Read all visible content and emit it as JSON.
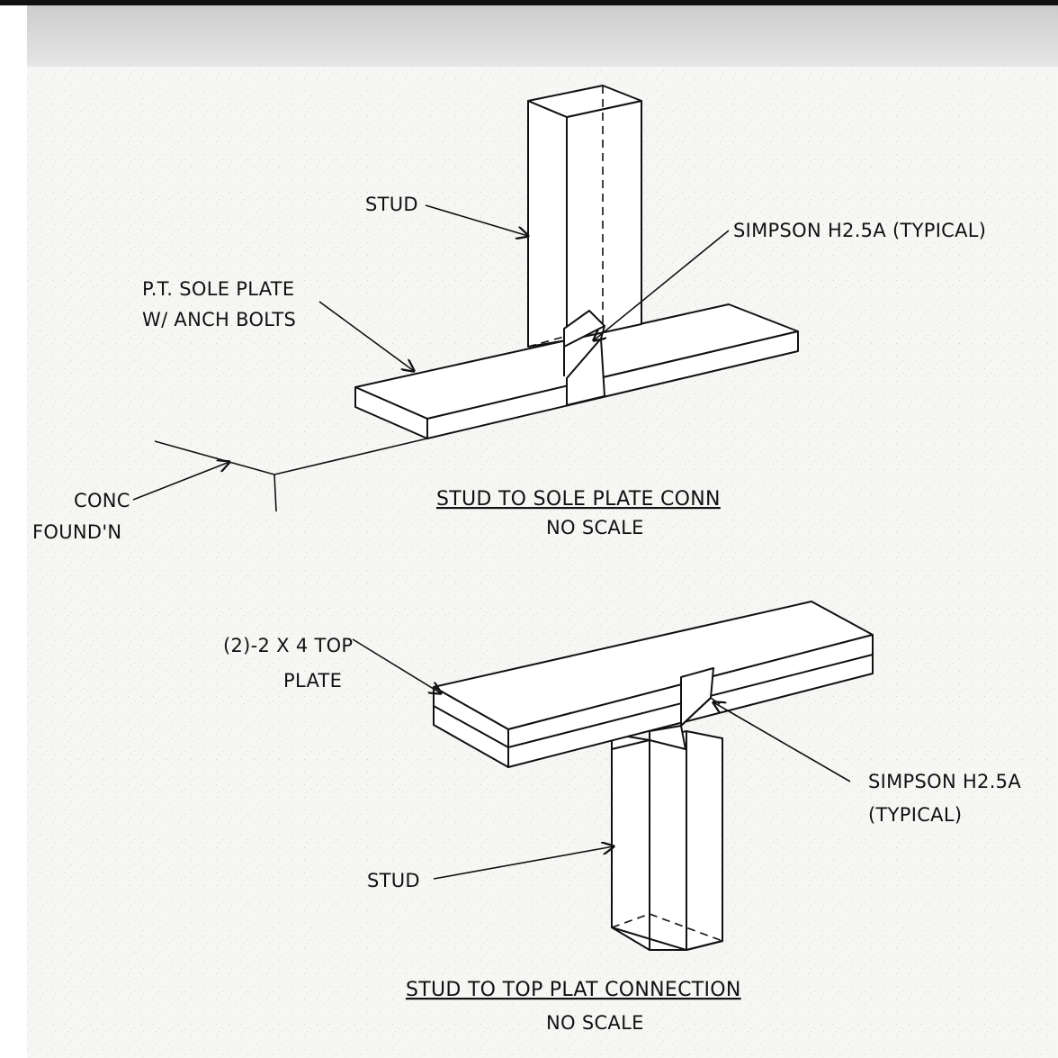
{
  "detail_1": {
    "labels": {
      "stud": "STUD",
      "connector": "SIMPSON H2.5A (TYPICAL)",
      "sole_plate_line1": "P.T. SOLE PLATE",
      "sole_plate_line2": "W/ ANCH BOLTS",
      "foundation_line1": "CONC",
      "foundation_line2": "FOUND'N"
    },
    "title": "STUD TO SOLE PLATE CONN",
    "scale": "NO SCALE"
  },
  "detail_2": {
    "labels": {
      "plate_line1": "(2)-2 X 4 TOP",
      "plate_line2": "PLATE",
      "connector_line1": "SIMPSON H2.5A",
      "connector_line2": "(TYPICAL)",
      "stud": "STUD"
    },
    "title": "STUD TO TOP PLAT CONNECTION",
    "scale": "NO SCALE"
  },
  "colors": {
    "line": "#111111",
    "paper": "#f6f6f4",
    "top_band": "#d8d8d8"
  }
}
